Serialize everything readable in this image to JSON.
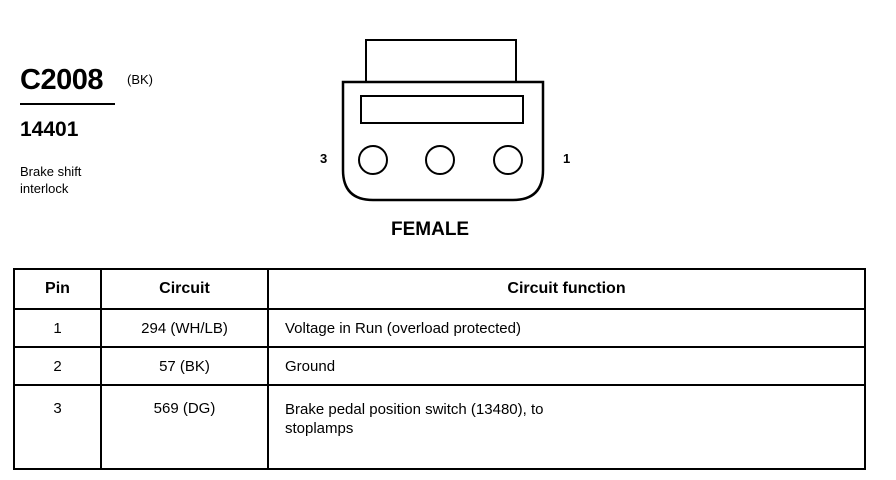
{
  "connector": {
    "id": "C2008",
    "color": "(BK)",
    "part_number": "14401",
    "description": [
      "Brake shift",
      "interlock"
    ],
    "gender": "FEMALE",
    "pin_labels": {
      "left": "3",
      "right": "1"
    }
  },
  "table": {
    "headers": [
      "Pin",
      "Circuit",
      "Circuit function"
    ],
    "rows": [
      {
        "pin": "1",
        "circuit": "294 (WH/LB)",
        "function": [
          "Voltage in Run (overload protected)"
        ]
      },
      {
        "pin": "2",
        "circuit": "57 (BK)",
        "function": [
          "Ground"
        ]
      },
      {
        "pin": "3",
        "circuit": "569 (DG)",
        "function": [
          "Brake pedal position switch (13480), to",
          "stoplamps"
        ]
      }
    ]
  }
}
